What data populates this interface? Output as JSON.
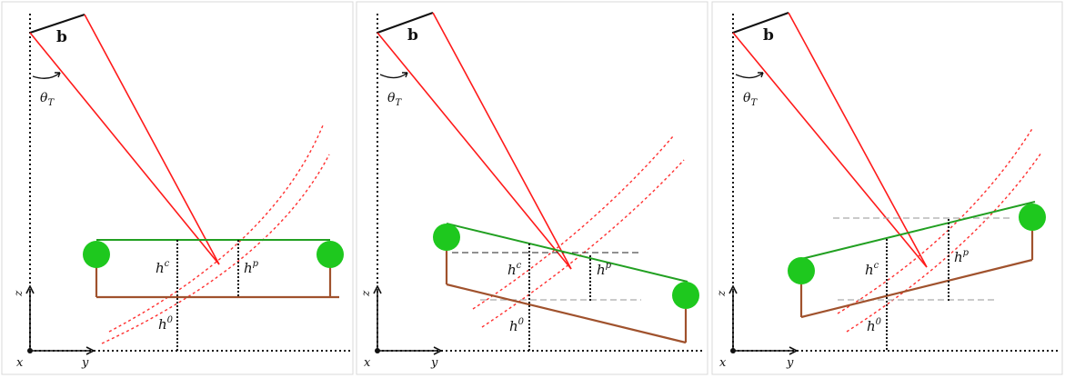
{
  "panels": [
    {
      "baseline_label": "b",
      "angle_label": "θ",
      "angle_sub": "T",
      "axis_z": "z",
      "axis_x": "x",
      "axis_y": "y",
      "h_c_label": "h",
      "h_c_sup": "c",
      "h_p_label": "h",
      "h_p_sup": "p",
      "h_0_label": "h",
      "h_0_sup": "0"
    },
    {
      "baseline_label": "b",
      "angle_label": "θ",
      "angle_sub": "T",
      "axis_z": "z",
      "axis_x": "x",
      "axis_y": "y",
      "h_c_label": "h",
      "h_c_sup": "c",
      "h_p_label": "h",
      "h_p_sup": "p",
      "h_0_label": "h",
      "h_0_sup": "0"
    },
    {
      "baseline_label": "b",
      "angle_label": "θ",
      "angle_sub": "T",
      "axis_z": "z",
      "axis_x": "x",
      "axis_y": "y",
      "h_c_label": "h",
      "h_c_sup": "c",
      "h_p_label": "h",
      "h_p_sup": "p",
      "h_0_label": "h",
      "h_0_sup": "0"
    }
  ],
  "colors": {
    "line_of_sight": "#ff1a1a",
    "ground": "#a0522d",
    "canopy": "#22a022",
    "tree_crown": "#1ec81e",
    "axes": "#111111",
    "reference": "#aaaaaa"
  }
}
